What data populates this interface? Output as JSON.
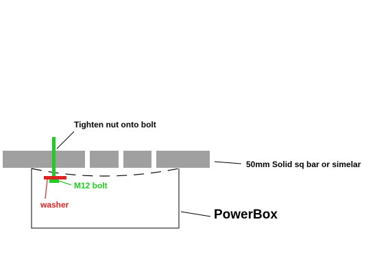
{
  "diagram": {
    "labels": {
      "nut": "Tighten nut onto bolt",
      "bar": "50mm Solid sq bar or simelar",
      "bolt": "M12 bolt",
      "washer": "washer",
      "box": "PowerBox"
    },
    "colors": {
      "background": "#ffffff",
      "bar": "#a0a0a0",
      "outline": "#000000",
      "bolt": "#22cc22",
      "washer": "#dd2222",
      "nut_label": "#000000",
      "bar_label": "#000000",
      "bolt_label": "#22cc22",
      "washer_label": "#dd2222",
      "box_label": "#000000"
    }
  }
}
